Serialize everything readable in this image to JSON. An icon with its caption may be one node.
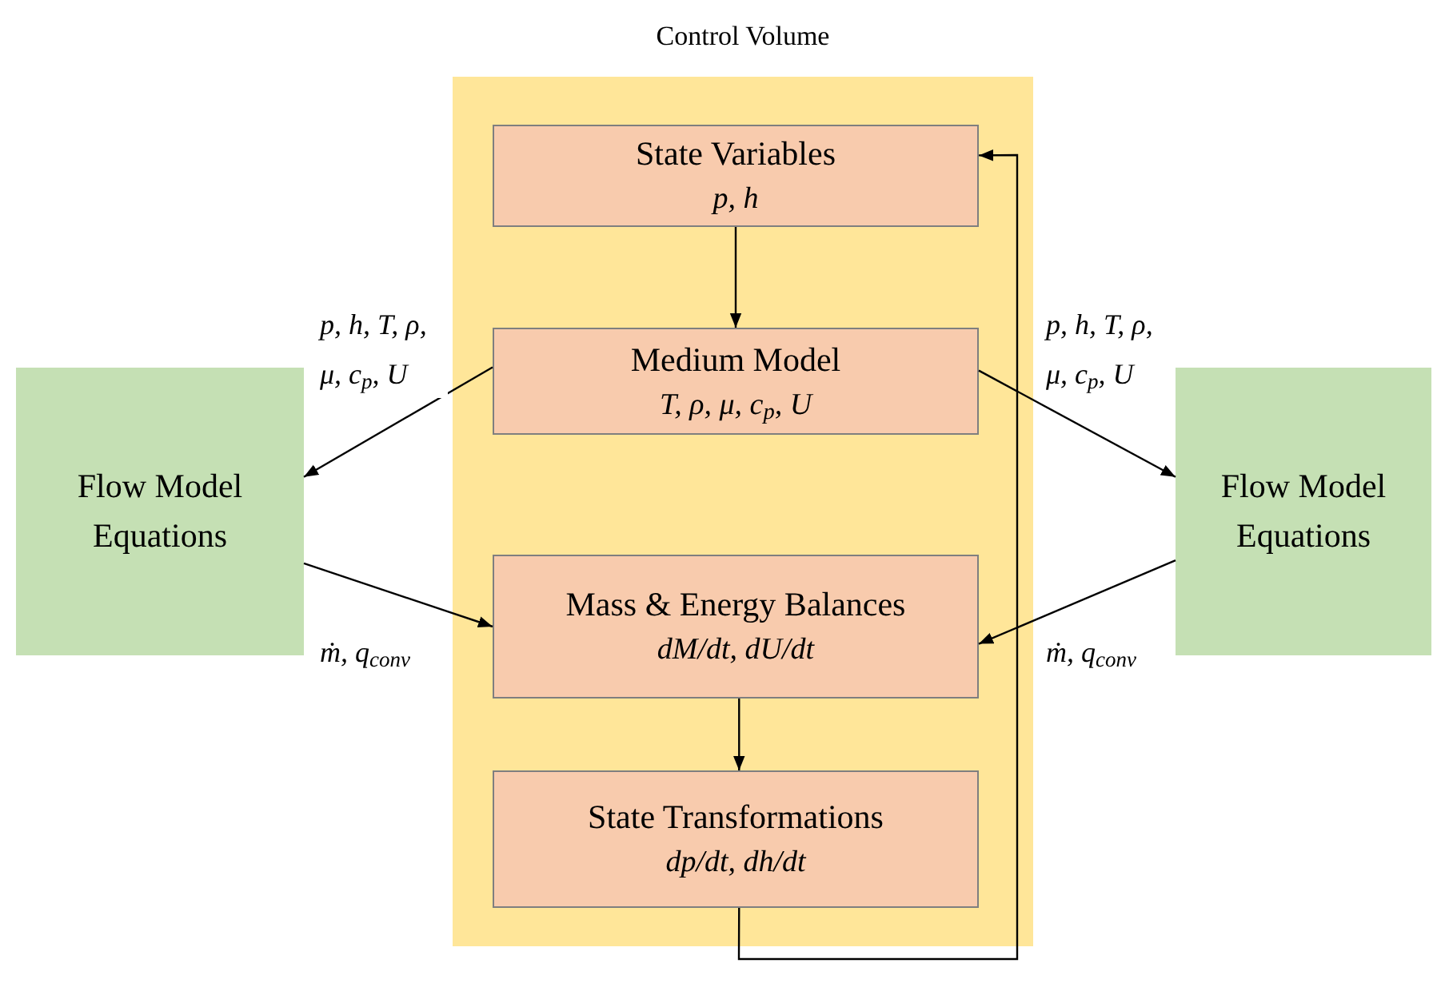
{
  "diagram": {
    "nodes": [
      {
        "text": [
          "Control Volume"
        ]
      },
      {
        "text": [
          "State Variables",
          "p, h"
        ],
        "in": 0
      },
      {
        "text": [
          "Medium Model",
          "T, ρ, μ, c$_{p}$, U"
        ],
        "in": 0
      },
      {
        "text": [
          "Mass & Energy Balances",
          "dM/dt, dU/dt"
        ],
        "in": 0
      },
      {
        "text": [
          "State Transformations",
          "dp/dt, dh/dt"
        ],
        "in": 0
      },
      {
        "text": [
          "Flow Model Equations"
        ]
      },
      {
        "text": [
          "Flow Model Equations"
        ]
      }
    ],
    "edges": [
      {
        "from": 1,
        "to": 2,
        "arrow": "to"
      },
      {
        "from": 2,
        "to": 5,
        "arrow": "to",
        "label": "p, h, T, ρ, μ, c$_{p}$, U"
      },
      {
        "from": 5,
        "to": 3,
        "arrow": "to",
        "label": "ṁ, q$_{conv}$"
      },
      {
        "from": 2,
        "to": 6,
        "arrow": "to",
        "label": "p, h, T, ρ, μ, c$_{p}$, U"
      },
      {
        "from": 6,
        "to": 3,
        "arrow": "to",
        "label": "ṁ, q$_{conv}$"
      },
      {
        "from": 3,
        "to": 4,
        "arrow": "to"
      },
      {
        "from": 4,
        "to": 1,
        "arrow": "to"
      }
    ]
  }
}
